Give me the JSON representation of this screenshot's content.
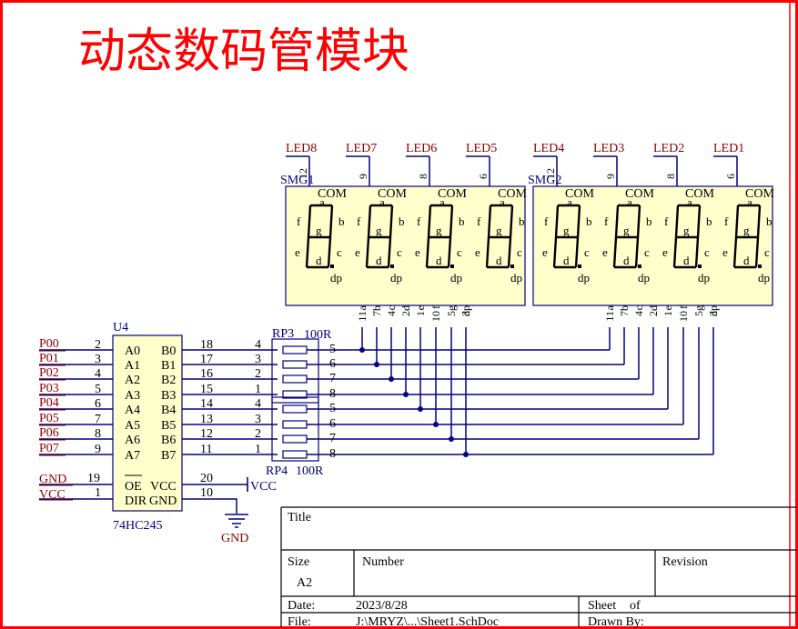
{
  "title": "动态数码管模块",
  "net_labels": [
    "P00",
    "P01",
    "P02",
    "P03",
    "P04",
    "P05",
    "P06",
    "P07"
  ],
  "gnd_label": "GND",
  "vcc_label": "VCC",
  "u4": {
    "ref": "U4",
    "part": "74HC245",
    "left_pins": [
      "2",
      "3",
      "4",
      "5",
      "6",
      "7",
      "8",
      "9"
    ],
    "a_pins": [
      "A0",
      "A1",
      "A2",
      "A3",
      "A4",
      "A5",
      "A6",
      "A7"
    ],
    "b_pins": [
      "B0",
      "B1",
      "B2",
      "B3",
      "B4",
      "B5",
      "B6",
      "B7"
    ],
    "right_pins": [
      "18",
      "17",
      "16",
      "15",
      "14",
      "13",
      "12",
      "11"
    ],
    "gnd_pin": "19",
    "vcc_pin": "1",
    "oe": "OE",
    "dir": "DIR",
    "vcc_name": "VCC",
    "gnd_name": "GND",
    "vcc_pin_right": "20",
    "gnd_pin_right": "10"
  },
  "power": {
    "vcc": "VCC",
    "gnd": "GND"
  },
  "rp3": {
    "ref": "RP3",
    "value": "100R",
    "left": [
      "4",
      "3",
      "2",
      "1"
    ],
    "right": [
      "5",
      "6",
      "7",
      "8"
    ]
  },
  "rp4": {
    "ref": "RP4",
    "value": "100R",
    "left": [
      "4",
      "3",
      "2",
      "1"
    ],
    "right": [
      "5",
      "6",
      "7",
      "8"
    ]
  },
  "smg1": {
    "ref": "SMG1",
    "leds": [
      "LED8",
      "LED7",
      "LED6",
      "LED5"
    ],
    "com_pins": [
      "12",
      "9",
      "8",
      "6"
    ],
    "bottom_pins": [
      "11",
      "7",
      "4",
      "2",
      "1",
      "10",
      "5",
      "3"
    ],
    "segment_names": [
      "a",
      "b",
      "c",
      "d",
      "e",
      "f",
      "g",
      "dp"
    ]
  },
  "smg2": {
    "ref": "SMG2",
    "leds": [
      "LED4",
      "LED3",
      "LED2",
      "LED1"
    ],
    "com_pins": [
      "12",
      "9",
      "8",
      "6"
    ],
    "bottom_pins": [
      "11",
      "7",
      "4",
      "2",
      "1",
      "10",
      "5",
      "3"
    ],
    "segment_names": [
      "a",
      "b",
      "c",
      "d",
      "e",
      "f",
      "g",
      "dp"
    ]
  },
  "digit": {
    "com": "COM",
    "a": "a",
    "b": "b",
    "c": "c",
    "d": "d",
    "e": "e",
    "f": "f",
    "g": "g",
    "dp": "dp"
  },
  "titleblock": {
    "title_label": "Title",
    "size_label": "Size",
    "size_value": "A2",
    "number_label": "Number",
    "revision_label": "Revision",
    "date_label": "Date:",
    "date_value": "2023/8/28",
    "sheet_label": "Sheet",
    "of_label": "of",
    "file_label": "File:",
    "file_value": "J:\\MRYZ\\...\\Sheet1.SchDoc",
    "drawn_label": "Drawn By:"
  }
}
